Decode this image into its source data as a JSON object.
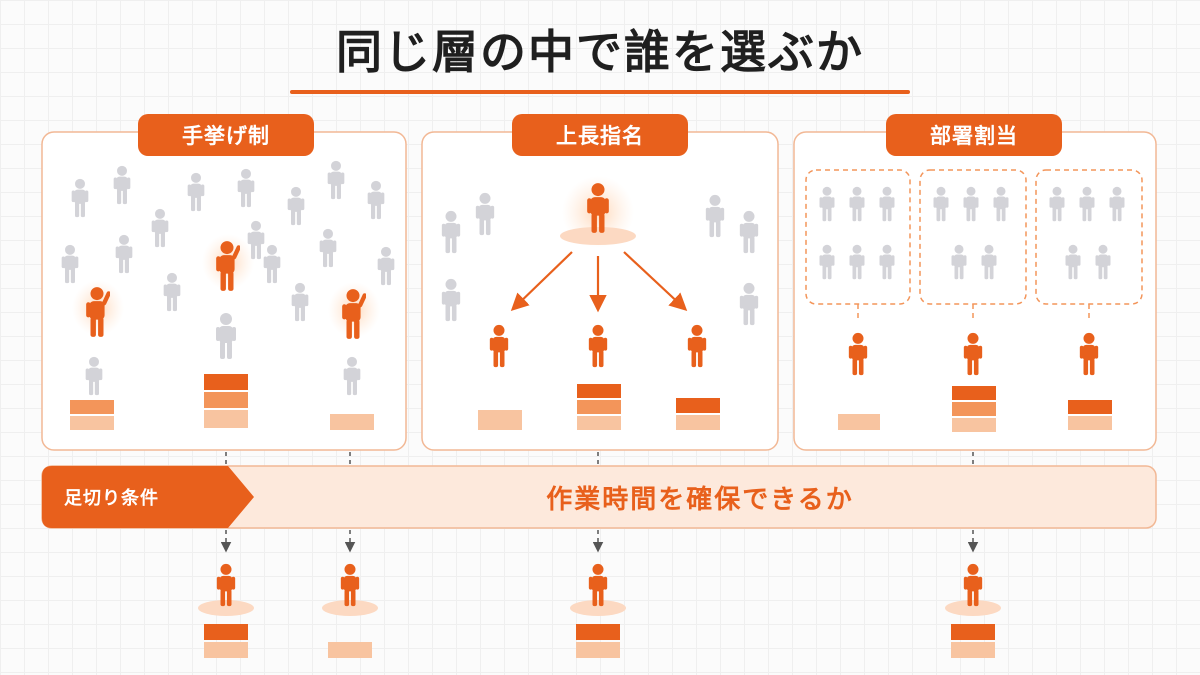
{
  "title": "同じ層の中で誰を選ぶか",
  "methods": [
    {
      "label": "手挙げ制"
    },
    {
      "label": "上長指名"
    },
    {
      "label": "部署割当"
    }
  ],
  "filter": {
    "label": "足切り条件",
    "condition": "作業時間を確保できるか"
  },
  "colors": {
    "accent": "#e8601c",
    "accent_mid": "#f3955a",
    "accent_light": "#f8c4a0",
    "person_gray": "#d3d3d8",
    "panel_border": "#f2b895",
    "band_fill": "#fde9dc",
    "dashed_arrow": "#555555"
  }
}
